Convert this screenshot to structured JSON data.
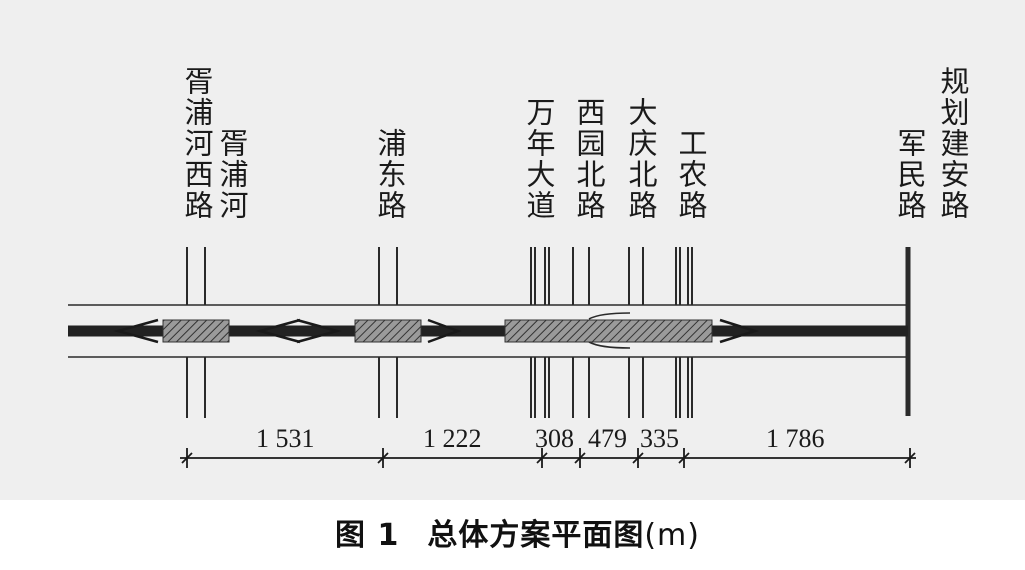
{
  "figure": {
    "caption_label": "图 1",
    "caption_title": "总体方案平面图",
    "caption_unit": "(m)"
  },
  "roads": [
    {
      "id": "xupu-west",
      "name": "胥浦河西路"
    },
    {
      "id": "xupu-river",
      "name": "胥浦河"
    },
    {
      "id": "pudong",
      "name": "浦东路"
    },
    {
      "id": "wannian",
      "name": "万年大道"
    },
    {
      "id": "xiyuan-north",
      "name": "西园北路"
    },
    {
      "id": "daqing-north",
      "name": "大庆北路"
    },
    {
      "id": "gongnong",
      "name": "工农路"
    },
    {
      "id": "junmin",
      "name": "军民路"
    },
    {
      "id": "planned-jianan",
      "name": "规划建安路"
    }
  ],
  "dimensions": [
    {
      "id": "d1",
      "text": "1 531",
      "value": 1531
    },
    {
      "id": "d2",
      "text": "1 222",
      "value": 1222
    },
    {
      "id": "d3",
      "text": "308",
      "value": 308
    },
    {
      "id": "d4",
      "text": "479",
      "value": 479
    },
    {
      "id": "d5",
      "text": "335",
      "value": 335
    },
    {
      "id": "d6",
      "text": "1 786",
      "value": 1786
    }
  ]
}
